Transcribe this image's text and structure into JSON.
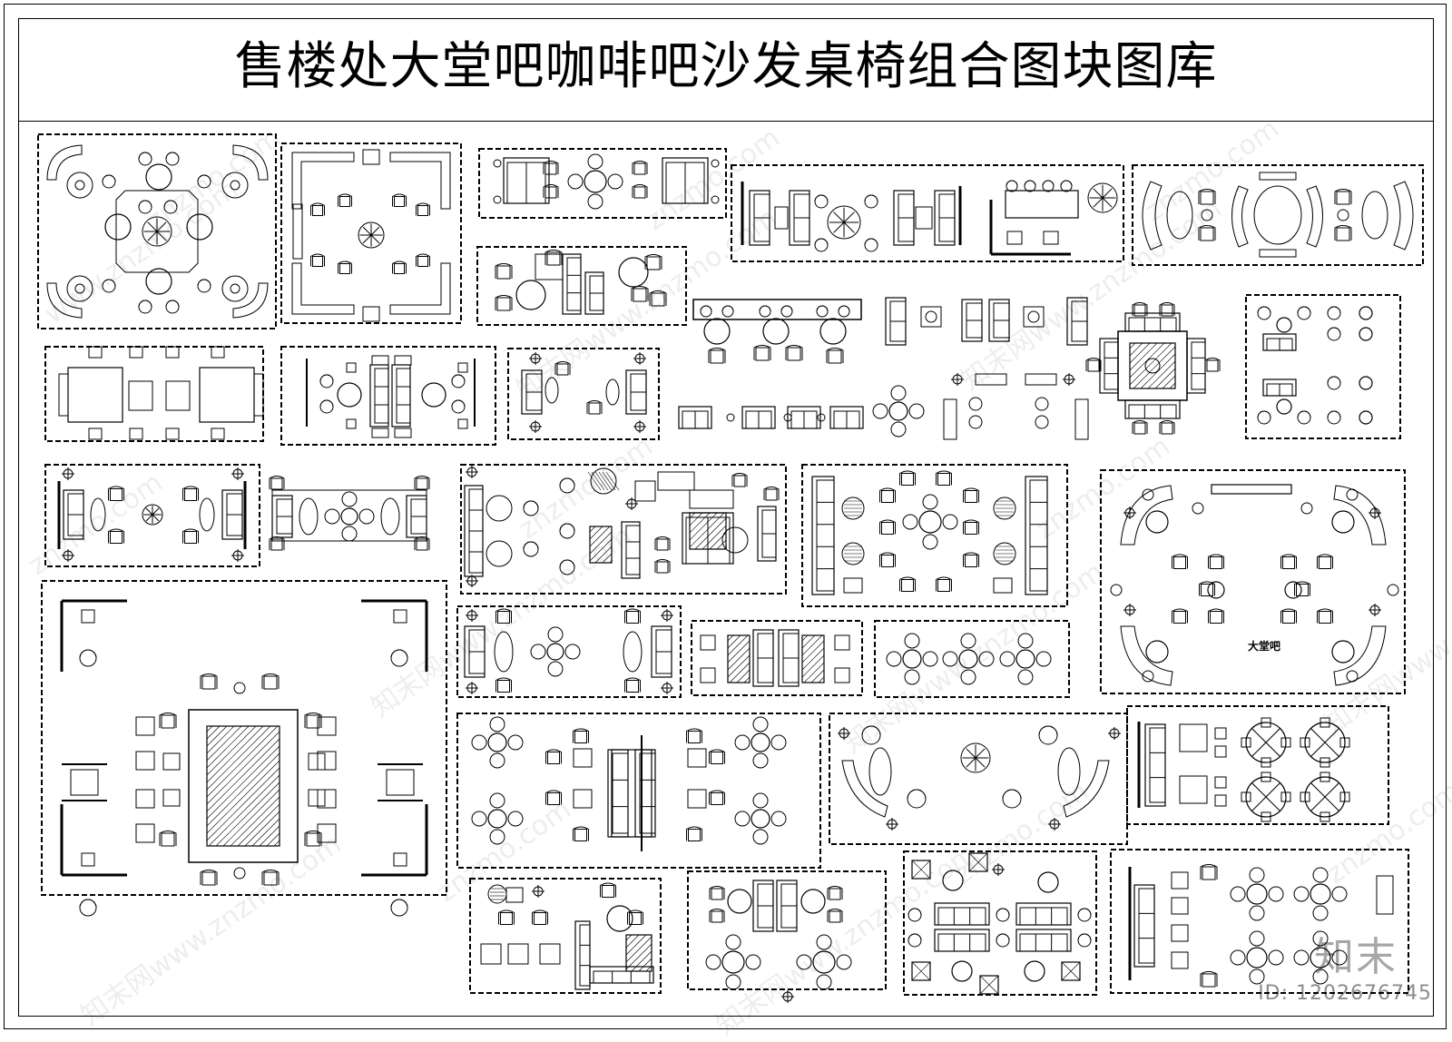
{
  "title": "售楼处大堂吧咖啡吧沙发桌椅组合图块图库",
  "lobby_label": "大堂吧",
  "watermarks": [
    "znzmo.com",
    "www.znzmo.com",
    "知末网www.znzmo.com"
  ],
  "brand_mark": "知末",
  "image_id": "ID: 1202676745",
  "colors": {
    "line": "#000000",
    "background": "#ffffff"
  },
  "blocks": [
    {
      "name": "block-four-sofa-round-tables"
    },
    {
      "name": "block-corner-sofa-square-room"
    },
    {
      "name": "block-sofa-row-round-table"
    },
    {
      "name": "block-booth-row-with-plant"
    },
    {
      "name": "block-curved-sofas-oval-tables"
    },
    {
      "name": "block-armchairs-coffee-tables"
    },
    {
      "name": "block-bar-counter-round-tables"
    },
    {
      "name": "block-armchairs-and-tea-tables"
    },
    {
      "name": "block-square-table-four-sofas"
    },
    {
      "name": "block-dining-pairs"
    },
    {
      "name": "block-long-table-chairs"
    },
    {
      "name": "block-sofa-pairs-round-tables"
    },
    {
      "name": "block-sofa-oval-table"
    },
    {
      "name": "block-sofa-armchairs-round"
    },
    {
      "name": "block-sofa-flower-table"
    },
    {
      "name": "block-mixed-lounge"
    },
    {
      "name": "block-sofa-hall-round-tables"
    },
    {
      "name": "block-lobby-bar-curved-sofas"
    },
    {
      "name": "block-large-lounge-carpet"
    },
    {
      "name": "block-oval-tables-armchairs"
    },
    {
      "name": "block-booth-marble-tables"
    },
    {
      "name": "block-three-round-tables"
    },
    {
      "name": "block-long-table-flower-tables"
    },
    {
      "name": "block-curved-sofa-with-plant"
    },
    {
      "name": "block-booths-x-tables"
    },
    {
      "name": "block-armchairs-marble"
    },
    {
      "name": "block-booths-round-tables"
    },
    {
      "name": "block-armchairs-sofas-cushions"
    },
    {
      "name": "block-sofa-four-round-tables"
    }
  ]
}
